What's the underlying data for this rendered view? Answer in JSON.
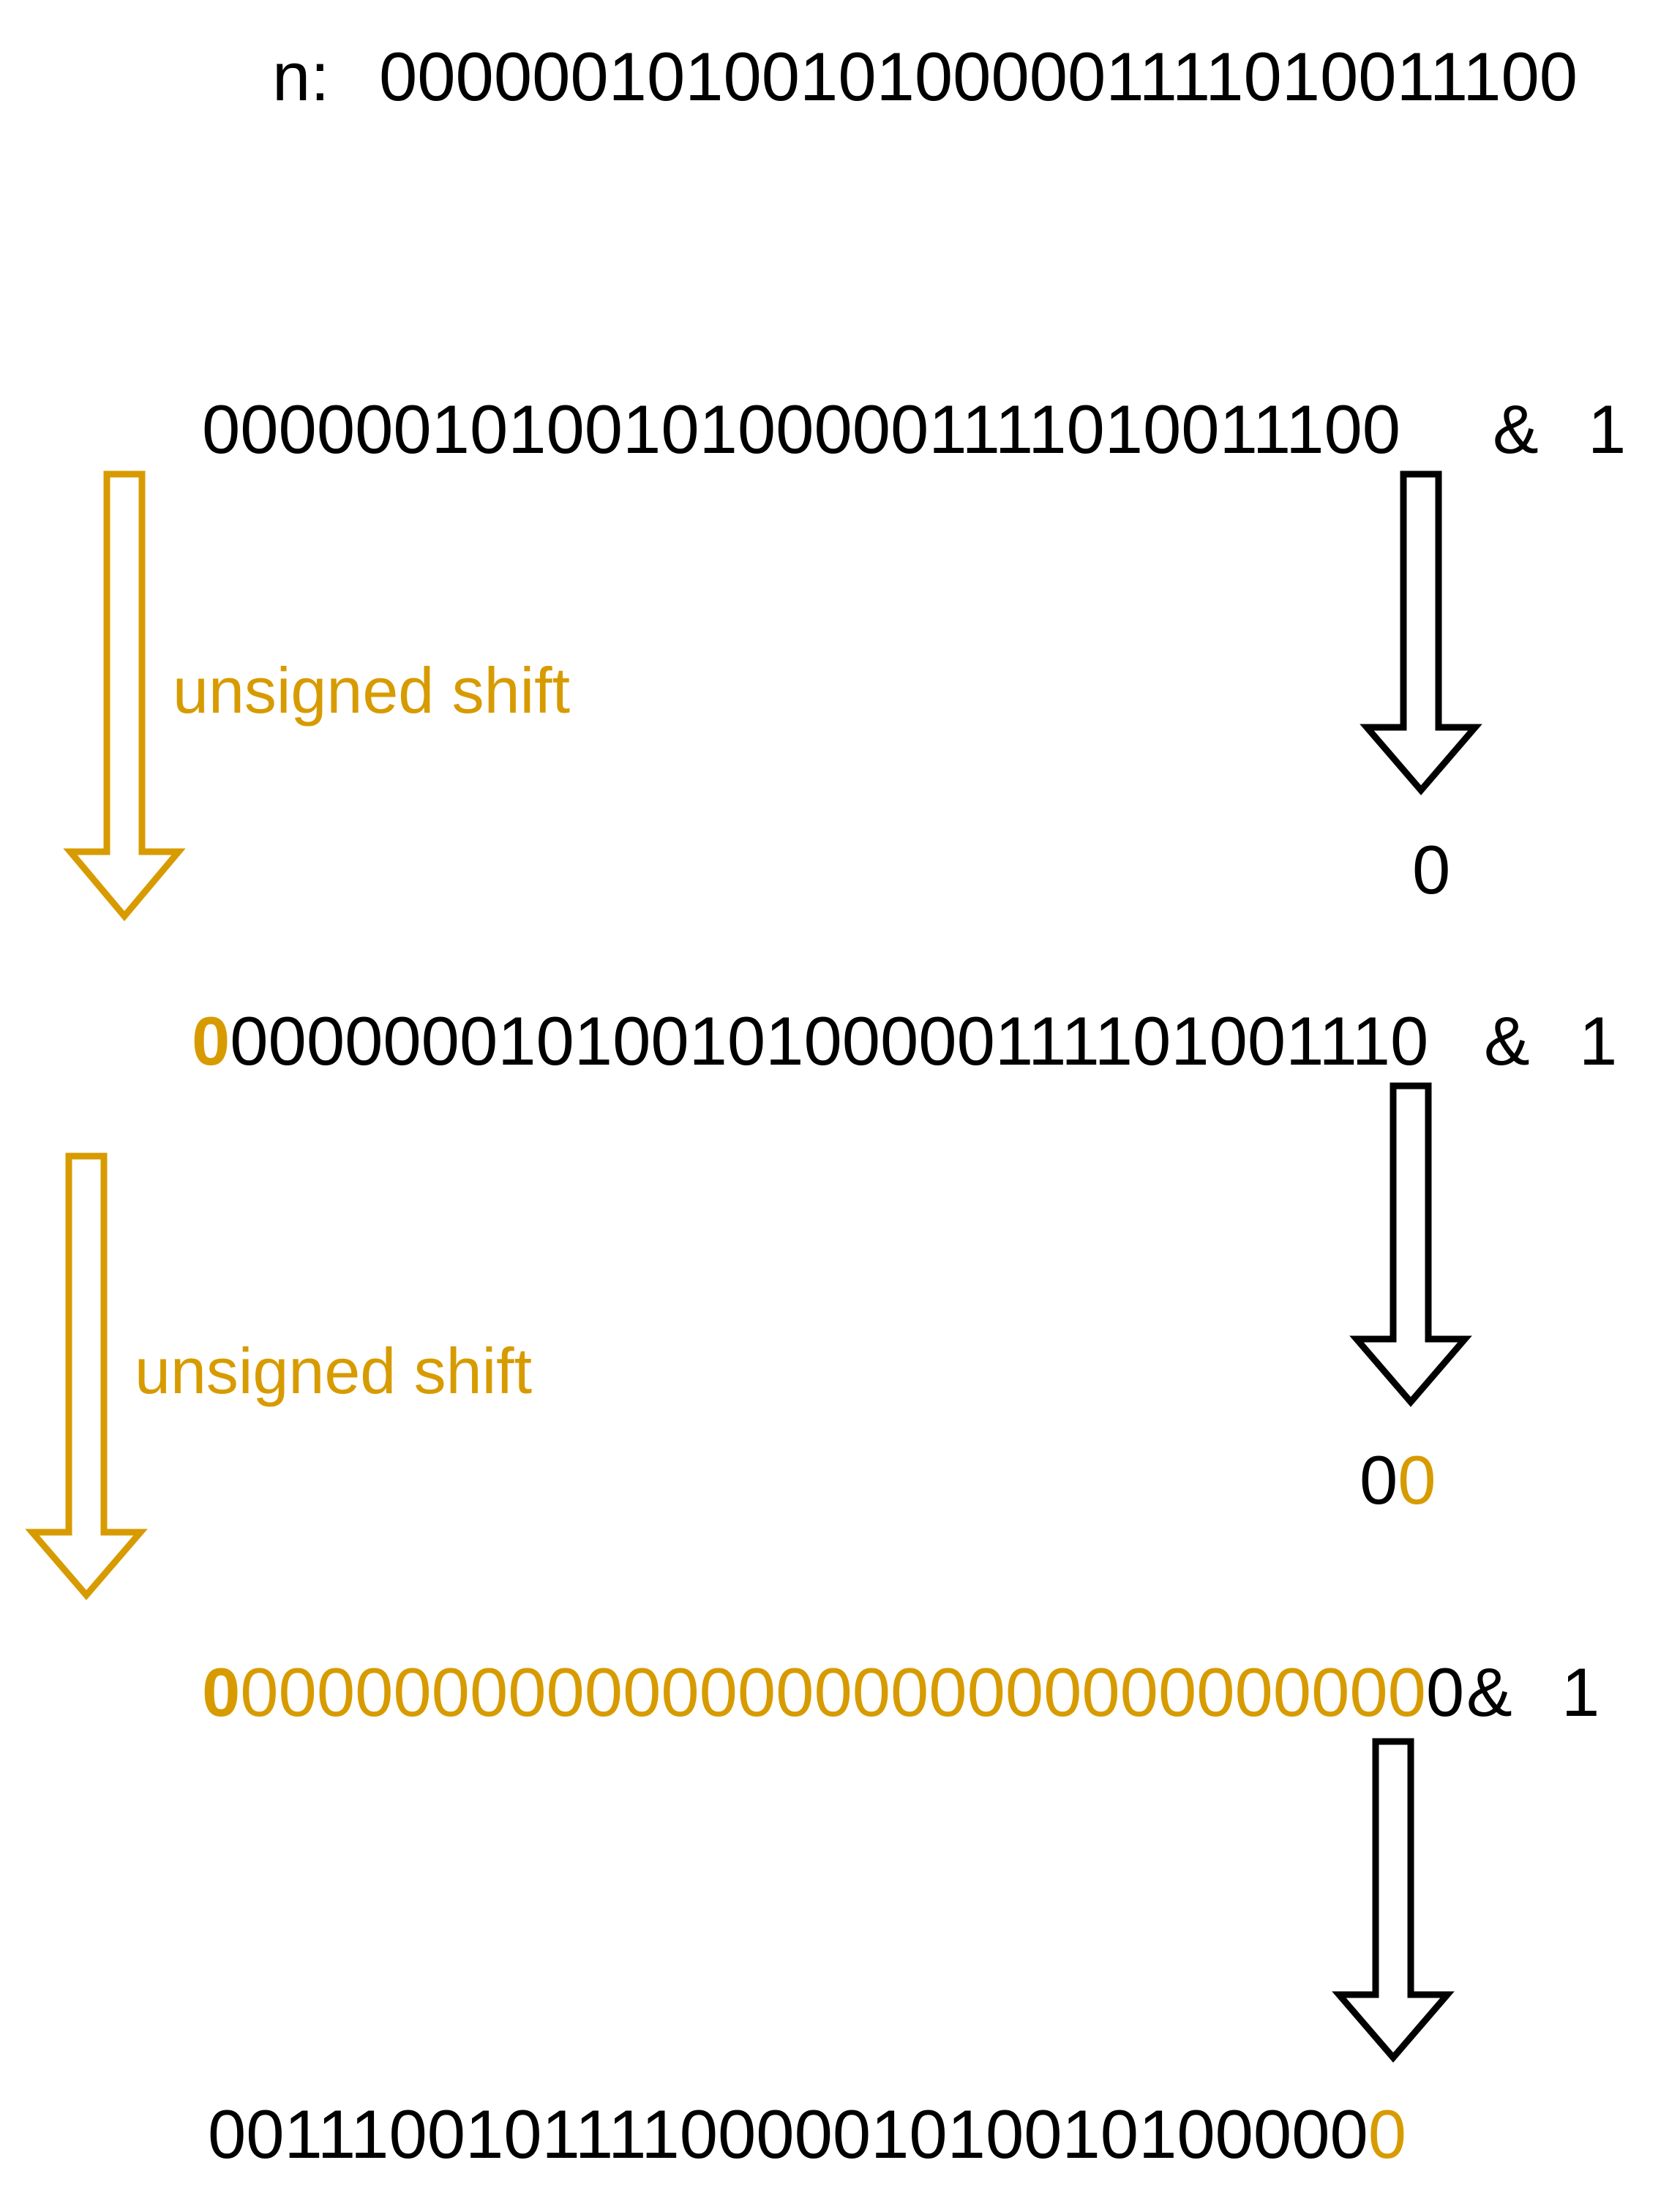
{
  "header": {
    "label": "n:",
    "value": "00000010100101000001111010011100"
  },
  "rows": [
    {
      "shifted_in": "",
      "rest_gold": "",
      "black": "00000010100101000001111010011100",
      "operator": "&",
      "operand": "1"
    },
    {
      "shifted_in": "0",
      "rest_gold": "",
      "black": "0000000101001010000011110100111",
      "tail": "0",
      "operator": "&",
      "operand": "1"
    },
    {
      "shifted_in": "0",
      "rest_gold": "0000000000000000000000000000000",
      "black": "0",
      "operator": "&",
      "operand": "1"
    }
  ],
  "shift_labels": [
    "unsigned shift",
    "unsigned shift"
  ],
  "results": [
    {
      "black": "0",
      "gold": ""
    },
    {
      "black": "0",
      "gold": "0"
    }
  ],
  "final_result": {
    "black": "0011100101111000001010010100000",
    "gold": "0"
  },
  "colors": {
    "accent": "#D79B00",
    "text": "#000000"
  }
}
